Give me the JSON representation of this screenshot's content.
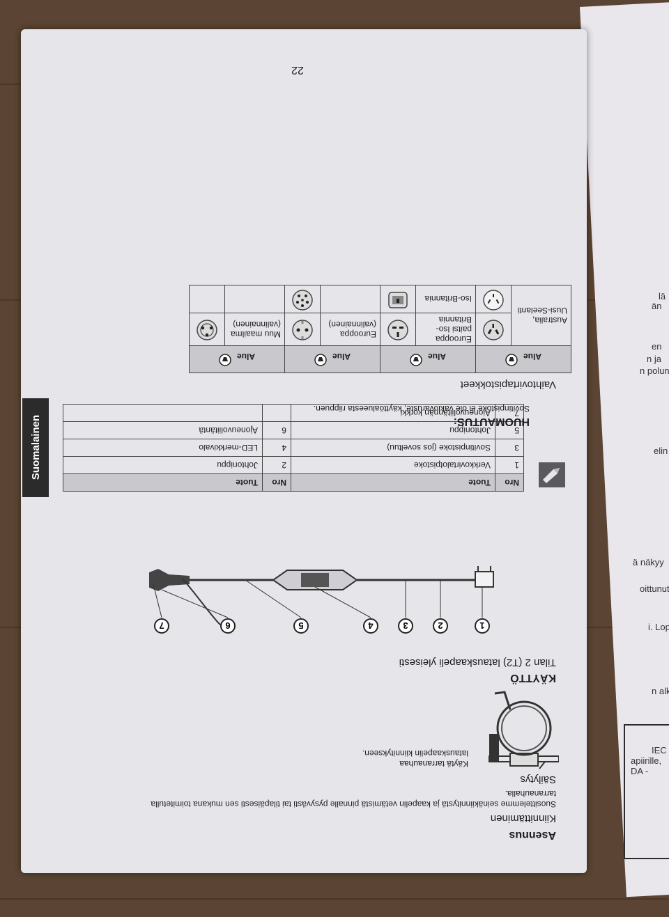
{
  "page_number": "22",
  "section_tab": "Suomalainen",
  "installation": {
    "heading": "Asennus",
    "mounting_title": "Kiinnittäminen",
    "mounting_text": [
      "Suosittelemme seinäkiinnitystä ja kaapelin vetämistä pinnalle pysyvästi tai tilapäisesti sen mukana toimitetulla",
      "tarranauhalla."
    ],
    "storage_title": "Säilytys",
    "storage_text": [
      "Käytä tarranauhaa",
      "latauskaapelin kiinnitykseen."
    ]
  },
  "usage": {
    "heading": "KÄYTTÖ",
    "diagram_title": "Tilan 2 (T2) latauskaapeli yleisesti",
    "callouts": [
      "1",
      "2",
      "3",
      "4",
      "5",
      "6",
      "7"
    ]
  },
  "parts_table": {
    "headers": [
      "Nro",
      "Tuote",
      "Nro",
      "Tuote"
    ],
    "rows": [
      [
        "1",
        "Verkkovirtalotpistoke",
        "2",
        "Johtonippu"
      ],
      [
        "3",
        "Sovitinpistoke (jos soveltuu)",
        "4",
        "LED-merkkivalo"
      ],
      [
        "5",
        "Johtonippu",
        "6",
        "Ajoneuvoliitäntä"
      ],
      [
        "7",
        "Ajoneuvoliitännän korkki",
        "",
        ""
      ]
    ]
  },
  "note": {
    "heading": "HUOMAUTUS:",
    "text": "Sovitinpistoke ei ole vakiovaruste, käyttöalueesta riippuen."
  },
  "adapters": {
    "title": "Vaihtovirtapistokkeet",
    "alue_label": "Alue",
    "rows": [
      [
        "Australia, Uusi-Seelanti",
        "Eurooppa paitsi Iso-Britannia",
        "Eurooppa (valinnainen)",
        "Muu maailma (valinnainen)"
      ],
      [
        "",
        "Iso-Britannia",
        "",
        ""
      ]
    ]
  },
  "left_page_fragments": [
    "DA -",
    "apiirille,",
    "IEC",
    "n alkana.",
    "i. Lopeta",
    "oittunut",
    "ä näkyy",
    "elin",
    "n polun",
    "n ja",
    "en",
    "än",
    "lä"
  ]
}
